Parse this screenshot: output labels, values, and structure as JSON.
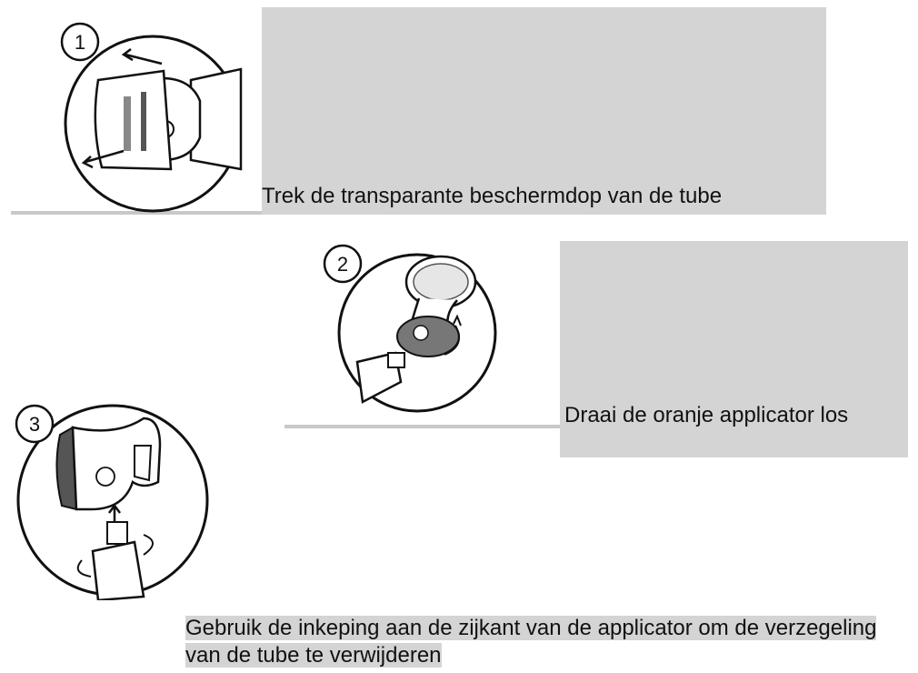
{
  "steps": [
    {
      "number": "1",
      "caption": "Trek de transparante beschermdop van de tube"
    },
    {
      "number": "2",
      "caption": "Draai de oranje applicator los"
    },
    {
      "number": "3",
      "caption": "Gebruik de inkeping aan de zijkant van de applicator om de verzegeling van de tube te verwijderen"
    }
  ]
}
